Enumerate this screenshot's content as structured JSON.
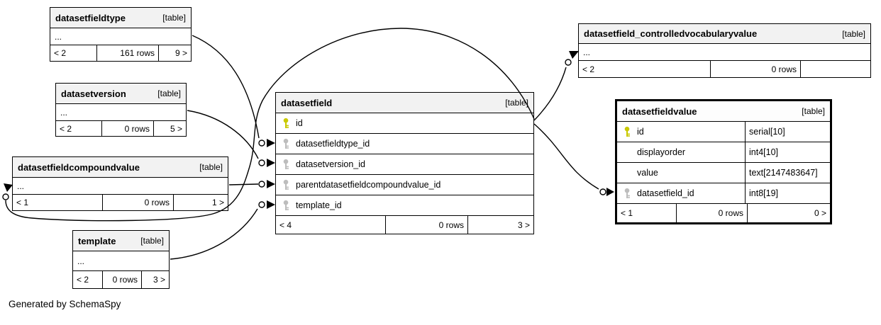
{
  "credit": "Generated by SchemaSpy",
  "colors": {
    "primary_key_icon": "#c9c900",
    "foreign_key_icon": "#bdbdbd",
    "table_header_bg": "#f2f2f2",
    "table_border": "#000000",
    "relationship_line": "#000000",
    "background": "#ffffff"
  },
  "tables": [
    {
      "name": "datasetfieldtype",
      "tag": "[table]",
      "ellipsis": "...",
      "pager": {
        "prev": "< 2",
        "rows": "161 rows",
        "next": "9 >"
      }
    },
    {
      "name": "datasetversion",
      "tag": "[table]",
      "ellipsis": "...",
      "pager": {
        "prev": "< 2",
        "rows": "0 rows",
        "next": "5 >"
      }
    },
    {
      "name": "datasetfieldcompoundvalue",
      "tag": "[table]",
      "ellipsis": "...",
      "pager": {
        "prev": "< 1",
        "rows": "0 rows",
        "next": "1 >"
      }
    },
    {
      "name": "template",
      "tag": "[table]",
      "ellipsis": "...",
      "pager": {
        "prev": "< 2",
        "rows": "0 rows",
        "next": "3 >"
      }
    },
    {
      "name": "datasetfield",
      "tag": "[table]",
      "columns": [
        {
          "name": "id",
          "key": "primary"
        },
        {
          "name": "datasetfieldtype_id",
          "key": "foreign"
        },
        {
          "name": "datasetversion_id",
          "key": "foreign"
        },
        {
          "name": "parentdatasetfieldcompoundvalue_id",
          "key": "foreign"
        },
        {
          "name": "template_id",
          "key": "foreign"
        }
      ],
      "pager": {
        "prev": "< 4",
        "rows": "0 rows",
        "next": "3 >"
      }
    },
    {
      "name": "datasetfield_controlledvocabularyvalue",
      "tag": "[table]",
      "ellipsis": "...",
      "pager": {
        "prev": "< 2",
        "rows": "0 rows",
        "next": ""
      }
    },
    {
      "name": "datasetfieldvalue",
      "tag": "[table]",
      "columns": [
        {
          "name": "id",
          "key": "primary",
          "type": "serial[10]"
        },
        {
          "name": "displayorder",
          "key": "none",
          "type": "int4[10]"
        },
        {
          "name": "value",
          "key": "none",
          "type": "text[2147483647]"
        },
        {
          "name": "datasetfield_id",
          "key": "foreign",
          "type": "int8[19]"
        }
      ],
      "pager": {
        "prev": "< 1",
        "rows": "0 rows",
        "next": "0 >"
      }
    }
  ],
  "relationships": [
    {
      "from": "datasetfieldtype",
      "to": "datasetfield.datasetfieldtype_id"
    },
    {
      "from": "datasetversion",
      "to": "datasetfield.datasetversion_id"
    },
    {
      "from": "datasetfieldcompoundvalue",
      "to": "datasetfield.parentdatasetfieldcompoundvalue_id"
    },
    {
      "from": "template",
      "to": "datasetfield.template_id"
    },
    {
      "from": "datasetfield.id",
      "to": "datasetfieldcompoundvalue"
    },
    {
      "from": "datasetfield.id",
      "to": "datasetfield_controlledvocabularyvalue"
    },
    {
      "from": "datasetfield.id",
      "to": "datasetfieldvalue.datasetfield_id"
    }
  ]
}
